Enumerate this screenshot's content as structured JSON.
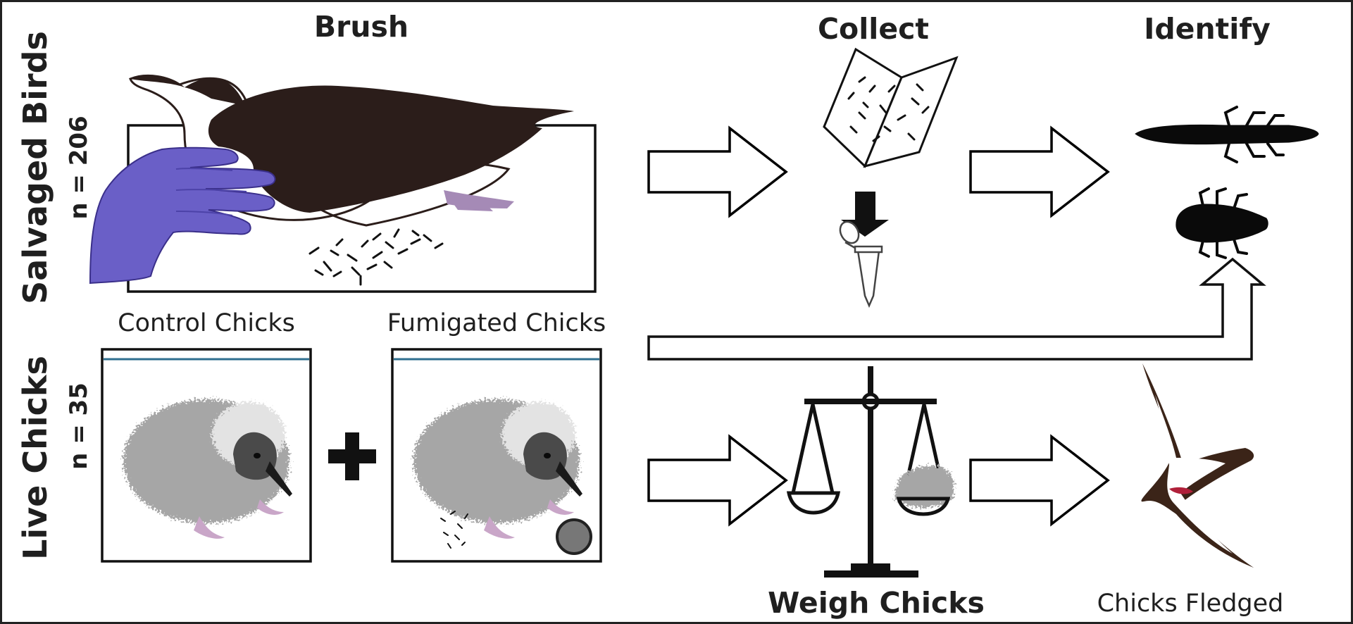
{
  "headers": {
    "brush": "Brush",
    "collect": "Collect",
    "identify": "Identify"
  },
  "rows": {
    "salvaged": {
      "label": "Salvaged Birds",
      "n": "n = 206"
    },
    "live": {
      "label": "Live Chicks",
      "n": "n = 35"
    }
  },
  "boxes": {
    "control": "Control Chicks",
    "fumigated": "Fumigated Chicks"
  },
  "steps": {
    "weigh": "Weigh Chicks",
    "fledged": "Chicks Fledged"
  },
  "colors": {
    "glove": "#6a5fc7",
    "bird_dark": "#2b1d1a",
    "chick_gray": "#a6a6a6",
    "chick_head_light": "#e8e8e8",
    "feet": "#c9a6c8",
    "blue_line": "#2f6f8f",
    "petrel_dark": "#3b2418",
    "accent_red": "#b0203a"
  },
  "icons": [
    "glove-icon",
    "bird-carcass-icon",
    "paper-icon",
    "tube-icon",
    "louse-icon",
    "mite-icon",
    "scale-icon",
    "chick-icon",
    "flying-bird-icon",
    "plus-icon",
    "arrow-icon",
    "fumigant-icon"
  ]
}
